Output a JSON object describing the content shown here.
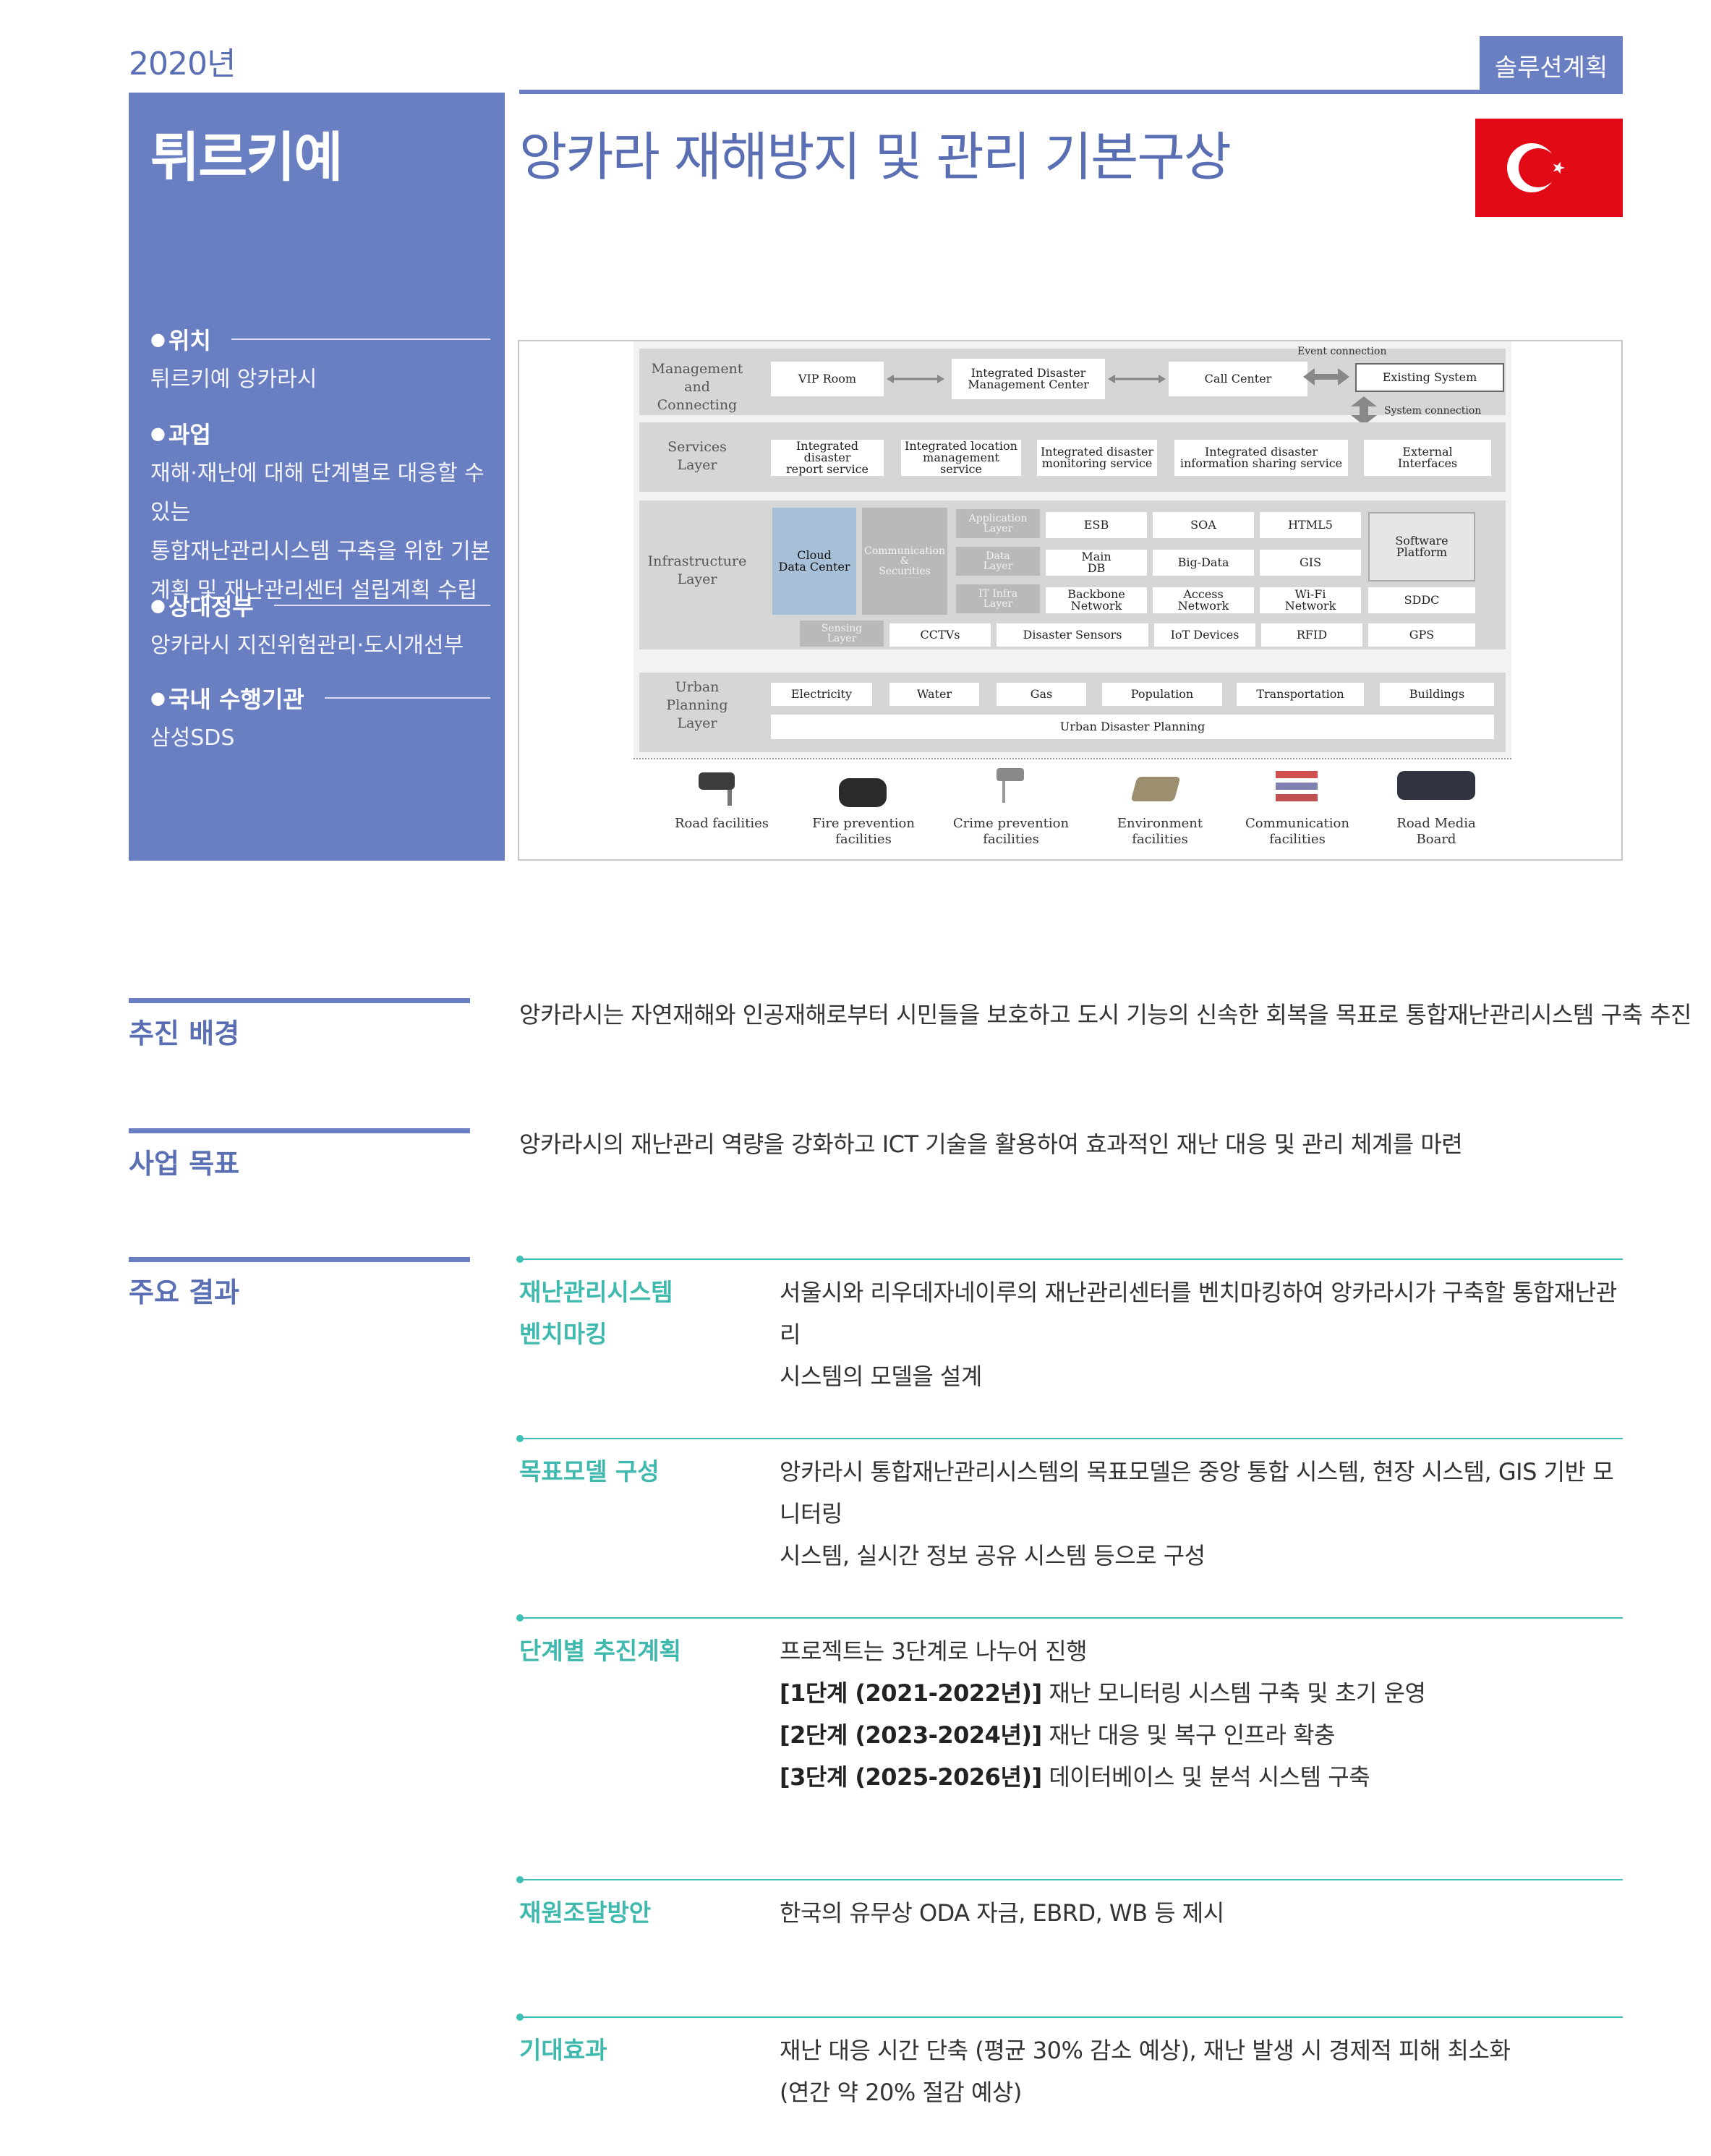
{
  "header": {
    "year": "2020년",
    "badge": "솔루션계획",
    "country": "튀르키예",
    "title": "앙카라 재해방지 및 관리 기본구상"
  },
  "sidebar": {
    "sections": [
      {
        "label": "위치",
        "value": [
          "튀르키예 앙카라시"
        ]
      },
      {
        "label": "과업",
        "value": [
          "재해·재난에 대해 단계별로 대응할 수 있는",
          "통합재난관리시스템 구축을 위한 기본",
          "계획 및 재난관리센터 설립계획 수립"
        ]
      },
      {
        "label": "상대정부",
        "value": [
          "앙카라시 지진위험관리·도시개선부"
        ]
      },
      {
        "label": "국내 수행기관",
        "value": [
          "삼성SDS"
        ]
      }
    ]
  },
  "diagram": {
    "management": {
      "name": [
        "Management  and",
        "Connecting"
      ],
      "vip": "VIP Room",
      "center": [
        "Integrated  Disaster",
        "Management  Center"
      ],
      "call": "Call  Center",
      "event": "Event connection",
      "existing": "Existing  System",
      "sysconn": "System connection"
    },
    "services": {
      "name": [
        "Services",
        "Layer"
      ],
      "items": [
        [
          "Integrated disaster",
          "report service"
        ],
        [
          "Integrated location",
          "management service"
        ],
        [
          "Integrated disaster",
          "monitoring  service"
        ],
        [
          "Integrated disaster",
          "information  sharing service"
        ],
        [
          "External",
          "Interfaces"
        ]
      ]
    },
    "infra": {
      "name": [
        "Infrastructure",
        "Layer"
      ],
      "cloud": [
        "Cloud",
        "Data Center"
      ],
      "comm": [
        "Communication",
        "&",
        "Securities"
      ],
      "app": [
        "Application",
        "Layer"
      ],
      "data": [
        "Data",
        "Layer"
      ],
      "itinfra": [
        "IT Infra",
        "Layer"
      ],
      "sensing": [
        "Sensing",
        "Layer"
      ],
      "esb": "ESB",
      "soa": "SOA",
      "html5": "HTML5",
      "software": [
        "Software",
        "Platform"
      ],
      "maindb": [
        "Main",
        "DB"
      ],
      "bigdata": "Big-Data",
      "gis": "GIS",
      "backbone": [
        "Backbone",
        "Network"
      ],
      "access": [
        "Access",
        "Network"
      ],
      "wifi": [
        "Wi-Fi",
        "Network"
      ],
      "sddc": "SDDC",
      "cctv": "CCTVs",
      "sensors": "Disaster  Sensors",
      "iot": "IoT  Devices",
      "rfid": "RFID",
      "gps": "GPS"
    },
    "urban": {
      "name": [
        "Urban",
        "Planning",
        "Layer"
      ],
      "items": [
        "Electricity",
        "Water",
        "Gas",
        "Population",
        "Transportation",
        "Buildings"
      ],
      "planning": "Urban  Disaster  Planning"
    },
    "devices": [
      [
        "Road facilities"
      ],
      [
        "Fire  prevention",
        "facilities"
      ],
      [
        "Crime  prevention",
        "facilities"
      ],
      [
        "Environment",
        "facilities"
      ],
      [
        "Communication",
        "facilities"
      ],
      [
        "Road Media",
        "Board"
      ]
    ]
  },
  "background": {
    "heading": "추진 배경",
    "text": "앙카라시는 자연재해와 인공재해로부터 시민들을 보호하고 도시 기능의 신속한 회복을 목표로 통합재난관리시스템 구축 추진"
  },
  "goal": {
    "heading": "사업 목표",
    "text": "앙카라시의 재난관리 역량을 강화하고 ICT 기술을 활용하여 효과적인 재난 대응 및 관리 체계를 마련"
  },
  "results": {
    "heading": "주요 결과",
    "items": [
      {
        "title": [
          "재난관리시스템",
          "벤치마킹"
        ],
        "lines": [
          "서울시와 리우데자네이루의 재난관리센터를 벤치마킹하여 앙카라시가 구축할 통합재난관리",
          "시스템의 모델을 설계"
        ]
      },
      {
        "title": [
          "목표모델 구성"
        ],
        "lines": [
          "앙카라시 통합재난관리시스템의 목표모델은 중앙 통합 시스템, 현장 시스템, GIS 기반 모니터링",
          "시스템, 실시간 정보 공유 시스템 등으로 구성"
        ]
      },
      {
        "title": [
          "단계별 추진계획"
        ],
        "intro": "프로젝트는 3단계로 나누어 진행",
        "phases": [
          {
            "label": "[1단계 (2021-2022년)]",
            "text": " 재난 모니터링 시스템 구축 및 초기 운영"
          },
          {
            "label": "[2단계 (2023-2024년)]",
            "text": " 재난 대응 및 복구 인프라 확충"
          },
          {
            "label": "[3단계 (2025-2026년)]",
            "text": " 데이터베이스 및 분석 시스템 구축"
          }
        ]
      },
      {
        "title": [
          "재원조달방안"
        ],
        "lines": [
          "한국의 유무상 ODA 자금, EBRD, WB 등 제시"
        ]
      },
      {
        "title": [
          "기대효과"
        ],
        "lines": [
          "재난 대응 시간 단축 (평균 30% 감소 예상), 재난 발생 시 경제적 피해 최소화",
          "(연간 약 20% 절감 예상)"
        ]
      }
    ]
  },
  "colors": {
    "accent": "#6a7fc2",
    "teal": "#40c0b4",
    "flag_red": "#e30a17"
  }
}
